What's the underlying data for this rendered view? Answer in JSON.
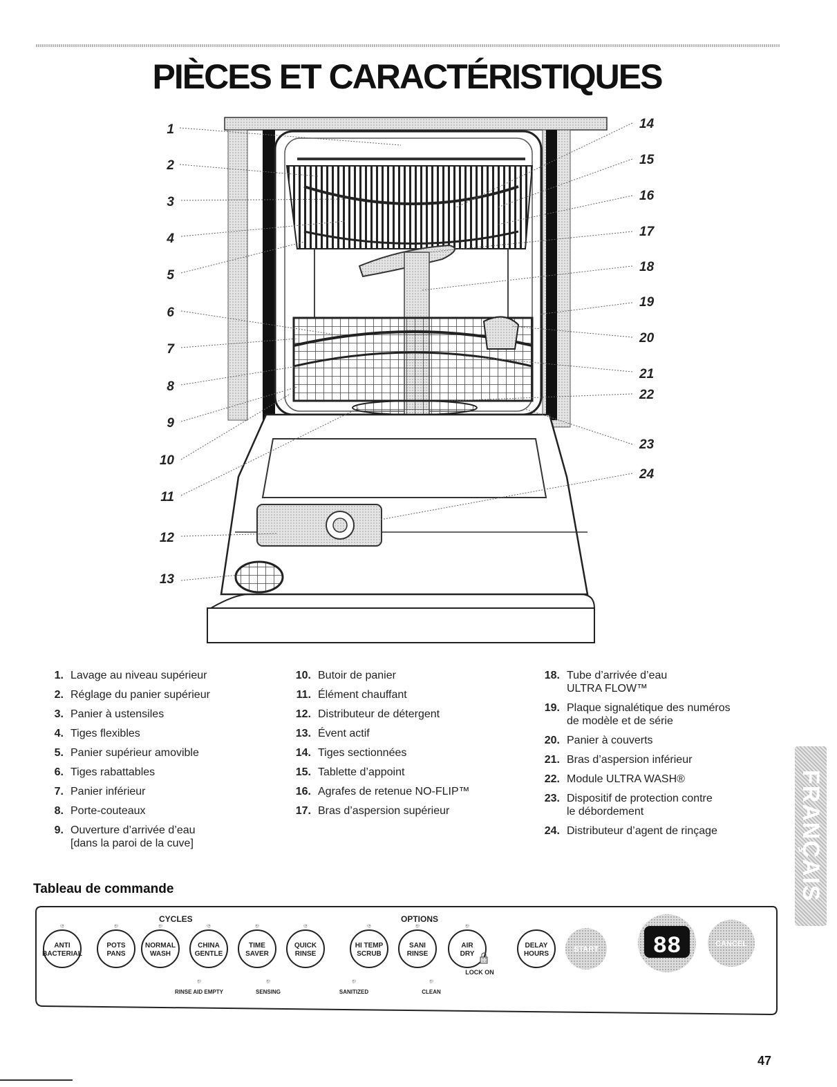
{
  "title": "PIÈCES ET CARACTÉRISTIQUES",
  "callouts_left": [
    "1",
    "2",
    "3",
    "4",
    "5",
    "6",
    "7",
    "8",
    "9",
    "10",
    "11",
    "12",
    "13"
  ],
  "callouts_right": [
    "14",
    "15",
    "16",
    "17",
    "18",
    "19",
    "20",
    "21",
    "22",
    "23",
    "24"
  ],
  "legend": [
    {
      "num": "1.",
      "text": "Lavage au niveau supérieur"
    },
    {
      "num": "2.",
      "text": "Réglage du panier supérieur"
    },
    {
      "num": "3.",
      "text": "Panier à ustensiles"
    },
    {
      "num": "4.",
      "text": "Tiges flexibles"
    },
    {
      "num": "5.",
      "text": "Panier supérieur amovible"
    },
    {
      "num": "6.",
      "text": "Tiges rabattables"
    },
    {
      "num": "7.",
      "text": "Panier inférieur"
    },
    {
      "num": "8.",
      "text": "Porte-couteaux"
    },
    {
      "num": "9.",
      "text": "Ouverture d’arrivée d’eau",
      "sub": "[dans la paroi de la cuve]"
    },
    {
      "num": "10.",
      "text": "Butoir de panier"
    },
    {
      "num": "11.",
      "text": "Élément chauffant"
    },
    {
      "num": "12.",
      "text": "Distributeur de détergent"
    },
    {
      "num": "13.",
      "text": "Évent actif"
    },
    {
      "num": "14.",
      "text": "Tiges sectionnées"
    },
    {
      "num": "15.",
      "text": "Tablette d’appoint"
    },
    {
      "num": "16.",
      "text": "Agrafes de retenue NO-FLIP™"
    },
    {
      "num": "17.",
      "text": "Bras d’aspersion supérieur"
    },
    {
      "num": "18.",
      "text": "Tube d’arrivée d’eau",
      "sub": "ULTRA FLOW™"
    },
    {
      "num": "19.",
      "text": "Plaque signalétique des numéros",
      "sub": "de modèle et de série"
    },
    {
      "num": "20.",
      "text": "Panier à couverts"
    },
    {
      "num": "21.",
      "text": "Bras d’aspersion inférieur"
    },
    {
      "num": "22.",
      "text": "Module ULTRA WASH®"
    },
    {
      "num": "23.",
      "text": "Dispositif de protection contre",
      "sub": "le débordement"
    },
    {
      "num": "24.",
      "text": "Distributeur d’agent de rinçage"
    }
  ],
  "control_panel": {
    "title": "Tableau de commande",
    "cycles_label": "CYCLES",
    "options_label": "OPTIONS",
    "cycle_buttons": [
      [
        "ANTI",
        "BACTERIAL"
      ],
      [
        "POTS",
        "PANS"
      ],
      [
        "NORMAL",
        "WASH"
      ],
      [
        "CHINA",
        "GENTLE"
      ],
      [
        "TIME",
        "SAVER"
      ],
      [
        "QUICK",
        "RINSE"
      ]
    ],
    "option_buttons": [
      [
        "HI TEMP",
        "SCRUB"
      ],
      [
        "SANI",
        "RINSE"
      ],
      [
        "AIR",
        "DRY"
      ]
    ],
    "delay_button": [
      "DELAY",
      "HOURS"
    ],
    "lock_label": "LOCK ON",
    "start_label": "START",
    "cancel_label": "CANCEL",
    "display_value": "88",
    "indicators": [
      "RINSE AID EMPTY",
      "SENSING",
      "SANITIZED",
      "CLEAN"
    ]
  },
  "side_tab": "FRANÇAIS",
  "page_number": "47"
}
